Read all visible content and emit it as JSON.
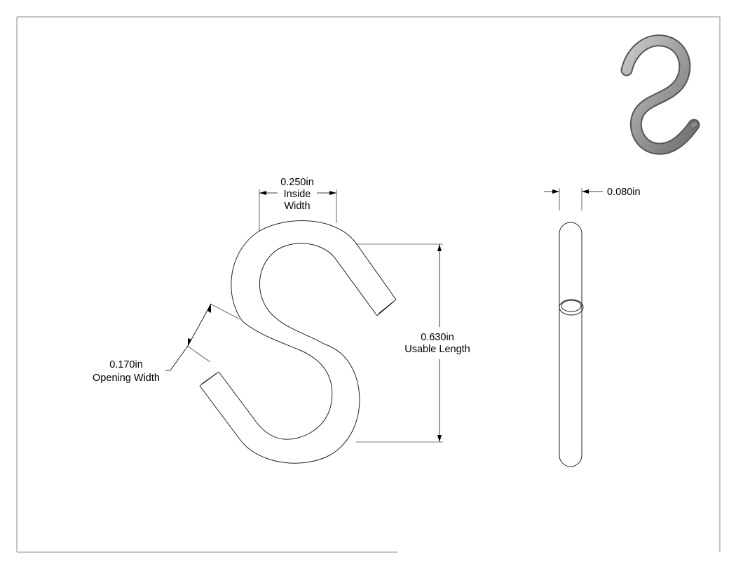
{
  "drawing": {
    "dimensions": {
      "inside_width": {
        "value": "0.250in",
        "label_lines": [
          "Inside",
          "Width"
        ]
      },
      "usable_length": {
        "value": "0.630in",
        "label": "Usable Length"
      },
      "opening_width": {
        "value": "0.170in",
        "label": "Opening Width"
      },
      "wire_diameter": {
        "value": "0.080in"
      }
    },
    "colors": {
      "line": "#222222",
      "frame": "#8a8a8a",
      "iso_metal": "#9a9a9a",
      "iso_edge": "#555555"
    }
  }
}
